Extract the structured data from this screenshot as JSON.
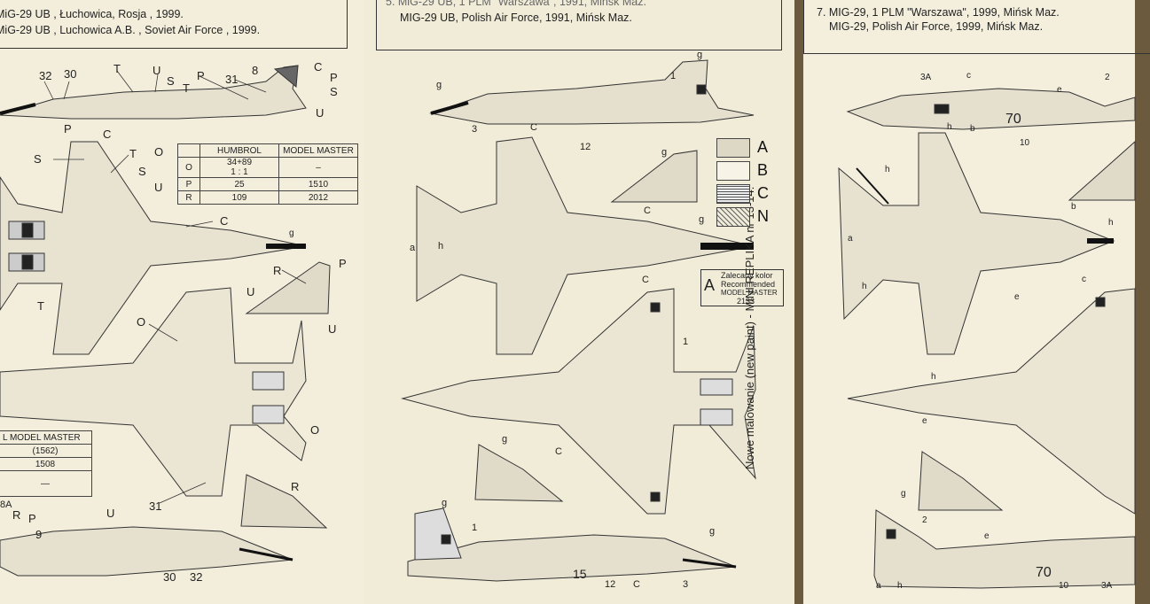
{
  "left": {
    "caption1": "MiG-29 UB ,  Łuchowica, Rosja , 1999.",
    "caption2": "MiG-29 UB ,  Luchowica A.B. , Soviet Air Force , 1999.",
    "table": {
      "headers": [
        "",
        "HUMBROL",
        "MODEL MASTER"
      ],
      "rows": [
        [
          "O",
          "34+89\n1 : 1",
          "–"
        ],
        [
          "P",
          "25",
          "1510"
        ],
        [
          "R",
          "109",
          "2012"
        ]
      ]
    },
    "table2": {
      "header": "L MODEL MASTER",
      "rows": [
        "(1562)",
        "1508",
        "—"
      ]
    },
    "labels": [
      "32",
      "30",
      "T",
      "U",
      "S",
      "T",
      "P",
      "31",
      "8",
      "C",
      "P",
      "S",
      "U",
      "O",
      "P",
      "C",
      "S",
      "T",
      "S",
      "U",
      "C",
      "g",
      "R",
      "P",
      "U",
      "U",
      "T",
      "O",
      "O",
      "31",
      "R",
      "U",
      "R",
      "P",
      "9",
      "30",
      "32",
      "8A"
    ]
  },
  "middle": {
    "caption1": "5. MiG-29 UB, 1 PLM \"Warszawa\", 1991, Mińsk Maz.",
    "caption2": "MIG-29 UB, Polish Air Force, 1991, Mińsk Maz.",
    "vertical_text": "Nowe malowanie (new paint) - MINI  REPLIKA  nr 13-14.",
    "legend": [
      "A",
      "B",
      "C",
      "N"
    ],
    "rec": {
      "letter": "A",
      "line1": "Zalecany kolor",
      "line2": "Recommended",
      "line3": "MODEL MASTER",
      "line4": "2133"
    },
    "labels": [
      "g",
      "1",
      "g",
      "3",
      "C",
      "12",
      "g",
      "C",
      "g",
      "a",
      "h",
      "C",
      "1",
      "g",
      "C",
      "g",
      "1",
      "g",
      "12",
      "C",
      "3",
      "15"
    ]
  },
  "right": {
    "caption1": "7. MIG-29, 1 PLM \"Warszawa\", 1999, Mińsk Maz.",
    "caption2": "MIG-29, Polish Air Force, 1999, Mińsk Maz.",
    "labels": [
      "3A",
      "c",
      "e",
      "2",
      "h",
      "b",
      "70",
      "10",
      "h",
      "b",
      "h",
      "a",
      "h",
      "c",
      "e",
      "h",
      "e",
      "g",
      "2",
      "e",
      "70",
      "10",
      "3A",
      "a",
      "h"
    ]
  }
}
